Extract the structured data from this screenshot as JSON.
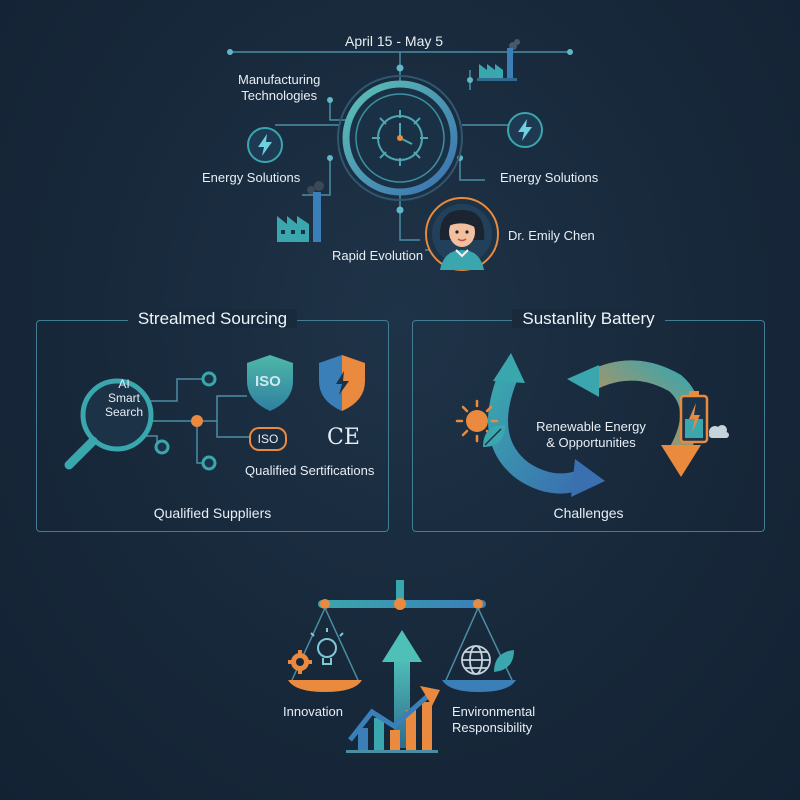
{
  "top": {
    "date_range": "April 15 - May 5",
    "manufacturing_label": "Manufacturing\nTechnologies",
    "energy_left_label": "Energy Solutions",
    "energy_right_label": "Energy Solutions",
    "person_label": "Dr. Emily Chen",
    "rapid_label": "Rapid Evolution"
  },
  "left_panel": {
    "title": "Strealmed Sourcing",
    "search_label": "AI\nSmart\nSearch",
    "iso_shield": "ISO",
    "iso_badge": "ISO",
    "ce_mark": "CE",
    "cert_label": "Qualified Sertifications",
    "footer": "Qualified Suppliers"
  },
  "right_panel": {
    "title": "Sustanlity Battery",
    "center_label": "Renewable Energy\n& Opportunities",
    "footer": "Challenges"
  },
  "bottom": {
    "innovation_label": "Innovation",
    "env_label": "Environmental\nResponsibility"
  },
  "colors": {
    "teal": "#3aa6ad",
    "blue": "#3a7fb8",
    "orange": "#e98a3f",
    "line": "#4a8ea3"
  }
}
